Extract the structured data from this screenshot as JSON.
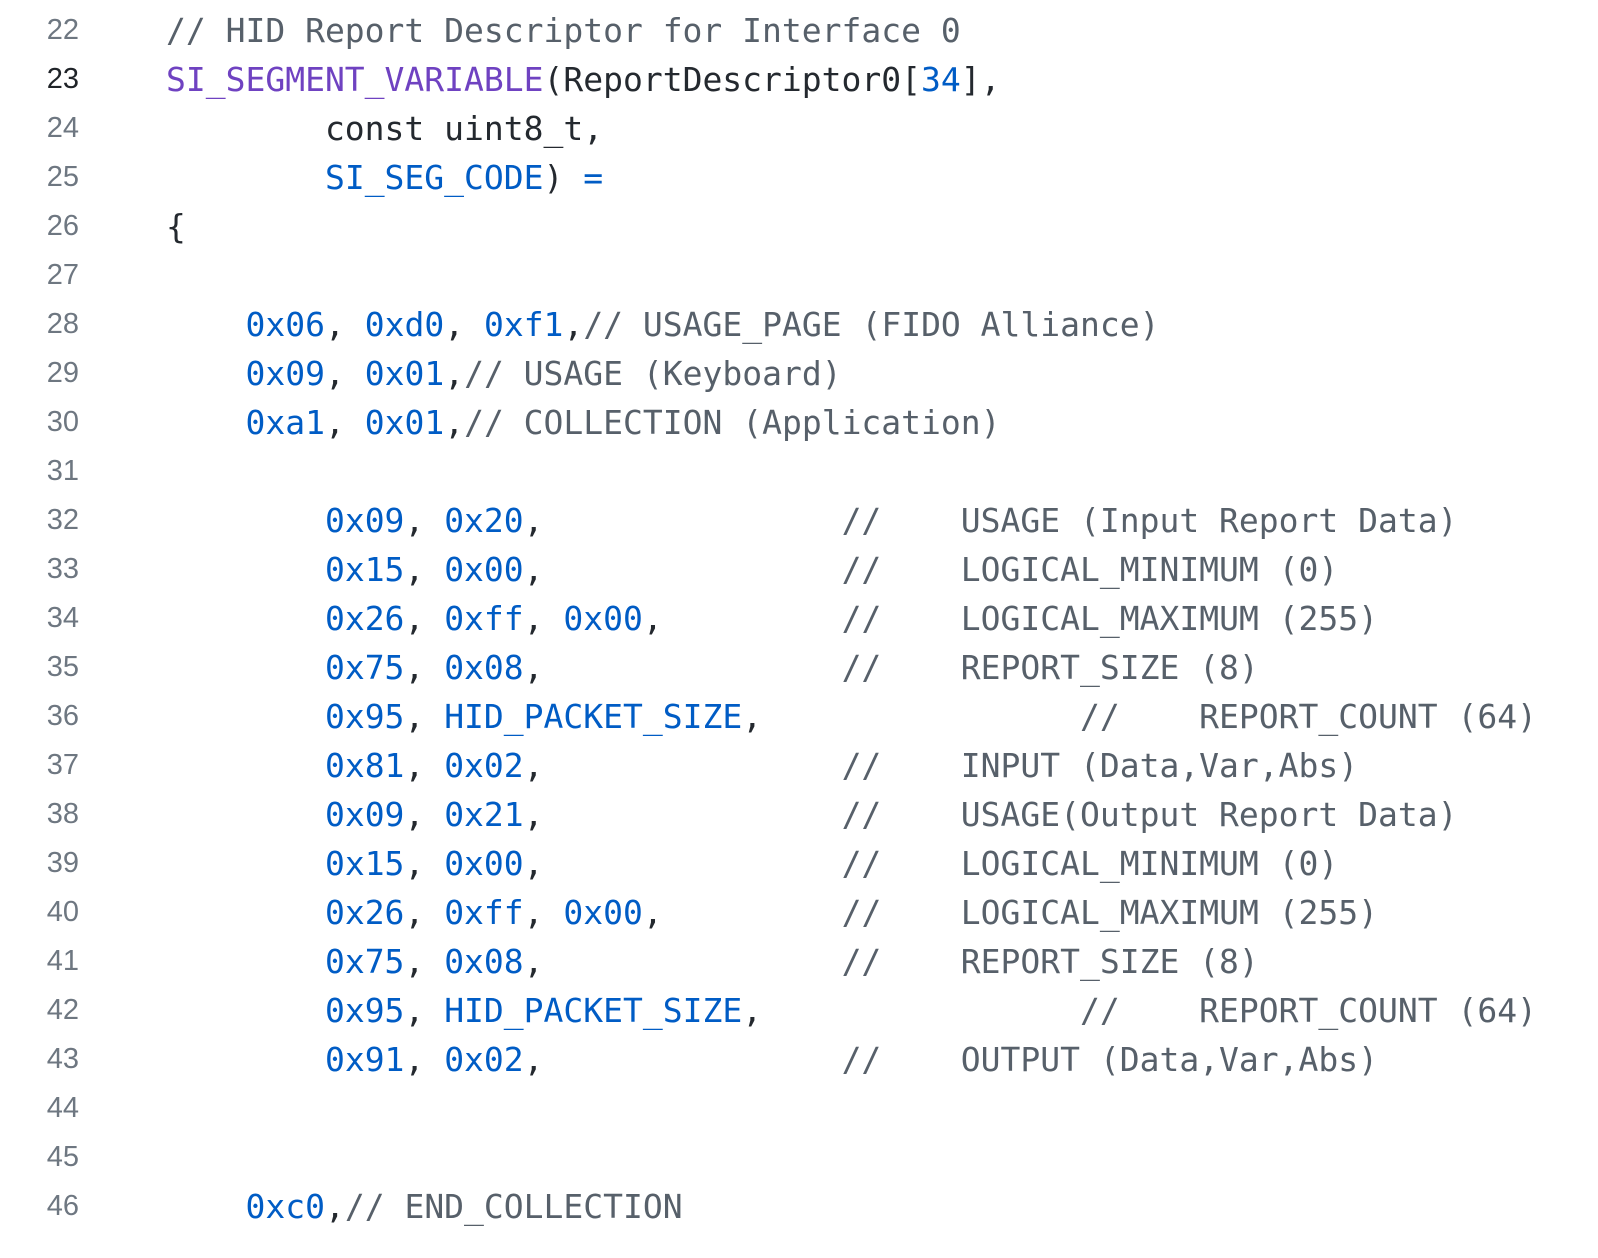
{
  "app": "code-viewer",
  "language": "c",
  "selected_line": "23",
  "colors": {
    "background": "#ffffff",
    "plain_text": "#24292f",
    "comment": "#57606a",
    "constant_blue": "#005cc5",
    "macro_purple": "#6f42c1",
    "line_number": "#6e7781",
    "line_number_active": "#1f2328"
  },
  "lines": [
    {
      "number": "22",
      "active": false,
      "tokens": [
        [
          "comment",
          "// HID Report Descriptor for Interface 0"
        ]
      ]
    },
    {
      "number": "23",
      "active": true,
      "tokens": [
        [
          "macro",
          "SI_SEGMENT_VARIABLE"
        ],
        [
          "plain",
          "(ReportDescriptor0["
        ],
        [
          "const",
          "34"
        ],
        [
          "plain",
          "],"
        ]
      ]
    },
    {
      "number": "24",
      "active": false,
      "tokens": [
        [
          "plain",
          "        const uint8_t,"
        ]
      ]
    },
    {
      "number": "25",
      "active": false,
      "tokens": [
        [
          "plain",
          "        "
        ],
        [
          "const",
          "SI_SEG_CODE"
        ],
        [
          "plain",
          ") "
        ],
        [
          "const",
          "="
        ]
      ]
    },
    {
      "number": "26",
      "active": false,
      "tokens": [
        [
          "plain",
          "{"
        ]
      ]
    },
    {
      "number": "27",
      "active": false,
      "tokens": []
    },
    {
      "number": "28",
      "active": false,
      "tokens": [
        [
          "plain",
          "    "
        ],
        [
          "const",
          "0x06"
        ],
        [
          "plain",
          ", "
        ],
        [
          "const",
          "0xd0"
        ],
        [
          "plain",
          ", "
        ],
        [
          "const",
          "0xf1"
        ],
        [
          "plain",
          ","
        ],
        [
          "comment",
          "// USAGE_PAGE (FIDO Alliance)"
        ]
      ]
    },
    {
      "number": "29",
      "active": false,
      "tokens": [
        [
          "plain",
          "    "
        ],
        [
          "const",
          "0x09"
        ],
        [
          "plain",
          ", "
        ],
        [
          "const",
          "0x01"
        ],
        [
          "plain",
          ","
        ],
        [
          "comment",
          "// USAGE (Keyboard)"
        ]
      ]
    },
    {
      "number": "30",
      "active": false,
      "tokens": [
        [
          "plain",
          "    "
        ],
        [
          "const",
          "0xa1"
        ],
        [
          "plain",
          ", "
        ],
        [
          "const",
          "0x01"
        ],
        [
          "plain",
          ","
        ],
        [
          "comment",
          "// COLLECTION (Application)"
        ]
      ]
    },
    {
      "number": "31",
      "active": false,
      "tokens": []
    },
    {
      "number": "32",
      "active": false,
      "tokens": [
        [
          "plain",
          "        "
        ],
        [
          "const",
          "0x09"
        ],
        [
          "plain",
          ", "
        ],
        [
          "const",
          "0x20"
        ],
        [
          "plain",
          ","
        ],
        [
          "plain",
          "               "
        ],
        [
          "comment",
          "//    USAGE (Input Report Data)"
        ]
      ]
    },
    {
      "number": "33",
      "active": false,
      "tokens": [
        [
          "plain",
          "        "
        ],
        [
          "const",
          "0x15"
        ],
        [
          "plain",
          ", "
        ],
        [
          "const",
          "0x00"
        ],
        [
          "plain",
          ","
        ],
        [
          "plain",
          "               "
        ],
        [
          "comment",
          "//    LOGICAL_MINIMUM (0)"
        ]
      ]
    },
    {
      "number": "34",
      "active": false,
      "tokens": [
        [
          "plain",
          "        "
        ],
        [
          "const",
          "0x26"
        ],
        [
          "plain",
          ", "
        ],
        [
          "const",
          "0xff"
        ],
        [
          "plain",
          ", "
        ],
        [
          "const",
          "0x00"
        ],
        [
          "plain",
          ","
        ],
        [
          "plain",
          "         "
        ],
        [
          "comment",
          "//    LOGICAL_MAXIMUM (255)"
        ]
      ]
    },
    {
      "number": "35",
      "active": false,
      "tokens": [
        [
          "plain",
          "        "
        ],
        [
          "const",
          "0x75"
        ],
        [
          "plain",
          ", "
        ],
        [
          "const",
          "0x08"
        ],
        [
          "plain",
          ","
        ],
        [
          "plain",
          "               "
        ],
        [
          "comment",
          "//    REPORT_SIZE (8)"
        ]
      ]
    },
    {
      "number": "36",
      "active": false,
      "tokens": [
        [
          "plain",
          "        "
        ],
        [
          "const",
          "0x95"
        ],
        [
          "plain",
          ", "
        ],
        [
          "const",
          "HID_PACKET_SIZE"
        ],
        [
          "plain",
          ","
        ],
        [
          "plain",
          "                "
        ],
        [
          "comment",
          "//    REPORT_COUNT (64)"
        ]
      ]
    },
    {
      "number": "37",
      "active": false,
      "tokens": [
        [
          "plain",
          "        "
        ],
        [
          "const",
          "0x81"
        ],
        [
          "plain",
          ", "
        ],
        [
          "const",
          "0x02"
        ],
        [
          "plain",
          ","
        ],
        [
          "plain",
          "               "
        ],
        [
          "comment",
          "//    INPUT (Data,Var,Abs)"
        ]
      ]
    },
    {
      "number": "38",
      "active": false,
      "tokens": [
        [
          "plain",
          "        "
        ],
        [
          "const",
          "0x09"
        ],
        [
          "plain",
          ", "
        ],
        [
          "const",
          "0x21"
        ],
        [
          "plain",
          ","
        ],
        [
          "plain",
          "               "
        ],
        [
          "comment",
          "//    USAGE(Output Report Data)"
        ]
      ]
    },
    {
      "number": "39",
      "active": false,
      "tokens": [
        [
          "plain",
          "        "
        ],
        [
          "const",
          "0x15"
        ],
        [
          "plain",
          ", "
        ],
        [
          "const",
          "0x00"
        ],
        [
          "plain",
          ","
        ],
        [
          "plain",
          "               "
        ],
        [
          "comment",
          "//    LOGICAL_MINIMUM (0)"
        ]
      ]
    },
    {
      "number": "40",
      "active": false,
      "tokens": [
        [
          "plain",
          "        "
        ],
        [
          "const",
          "0x26"
        ],
        [
          "plain",
          ", "
        ],
        [
          "const",
          "0xff"
        ],
        [
          "plain",
          ", "
        ],
        [
          "const",
          "0x00"
        ],
        [
          "plain",
          ","
        ],
        [
          "plain",
          "         "
        ],
        [
          "comment",
          "//    LOGICAL_MAXIMUM (255)"
        ]
      ]
    },
    {
      "number": "41",
      "active": false,
      "tokens": [
        [
          "plain",
          "        "
        ],
        [
          "const",
          "0x75"
        ],
        [
          "plain",
          ", "
        ],
        [
          "const",
          "0x08"
        ],
        [
          "plain",
          ","
        ],
        [
          "plain",
          "               "
        ],
        [
          "comment",
          "//    REPORT_SIZE (8)"
        ]
      ]
    },
    {
      "number": "42",
      "active": false,
      "tokens": [
        [
          "plain",
          "        "
        ],
        [
          "const",
          "0x95"
        ],
        [
          "plain",
          ", "
        ],
        [
          "const",
          "HID_PACKET_SIZE"
        ],
        [
          "plain",
          ","
        ],
        [
          "plain",
          "                "
        ],
        [
          "comment",
          "//    REPORT_COUNT (64)"
        ]
      ]
    },
    {
      "number": "43",
      "active": false,
      "tokens": [
        [
          "plain",
          "        "
        ],
        [
          "const",
          "0x91"
        ],
        [
          "plain",
          ", "
        ],
        [
          "const",
          "0x02"
        ],
        [
          "plain",
          ","
        ],
        [
          "plain",
          "               "
        ],
        [
          "comment",
          "//    OUTPUT (Data,Var,Abs)"
        ]
      ]
    },
    {
      "number": "44",
      "active": false,
      "tokens": []
    },
    {
      "number": "45",
      "active": false,
      "tokens": []
    },
    {
      "number": "46",
      "active": false,
      "tokens": [
        [
          "plain",
          "    "
        ],
        [
          "const",
          "0xc0"
        ],
        [
          "plain",
          ","
        ],
        [
          "comment",
          "// END_COLLECTION"
        ]
      ]
    }
  ]
}
